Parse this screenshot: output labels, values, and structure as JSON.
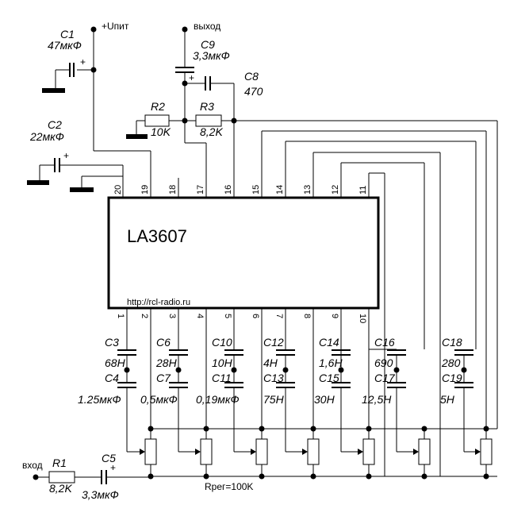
{
  "chip": {
    "name": "LA3607",
    "url": "http://rcl-radio.ru"
  },
  "nodes": {
    "power": "+Uпит",
    "output": "выход",
    "input": "вход"
  },
  "pins_top": [
    "20",
    "19",
    "18",
    "17",
    "16",
    "15",
    "14",
    "13",
    "12",
    "11"
  ],
  "pins_bottom": [
    "1",
    "2",
    "3",
    "4",
    "5",
    "6",
    "7",
    "8",
    "9",
    "10"
  ],
  "capacitors": {
    "C1": {
      "name": "C1",
      "value": "47мкФ"
    },
    "C2": {
      "name": "C2",
      "value": "22мкФ"
    },
    "C9": {
      "name": "C9",
      "value": "3,3мкФ"
    },
    "C8": {
      "name": "C8",
      "value": "470"
    },
    "C5": {
      "name": "C5",
      "value": "3,3мкФ"
    }
  },
  "resistors": {
    "R1": {
      "name": "R1",
      "value": "8,2K"
    },
    "R2": {
      "name": "R2",
      "value": "10K"
    },
    "R3": {
      "name": "R3",
      "value": "8,2K"
    }
  },
  "eq_caps": [
    {
      "top_name": "C3",
      "top_value": "68Н",
      "bot_name": "C4",
      "bot_value": "1.25мкФ"
    },
    {
      "top_name": "C6",
      "top_value": "28Н",
      "bot_name": "C7",
      "bot_value": "0,5мкФ"
    },
    {
      "top_name": "C10",
      "top_value": "10Н",
      "bot_name": "C11",
      "bot_value": "0,19мкФ"
    },
    {
      "top_name": "C12",
      "top_value": "4Н",
      "bot_name": "C13",
      "bot_value": "75Н"
    },
    {
      "top_name": "C14",
      "top_value": "1,6Н",
      "bot_name": "C15",
      "bot_value": "30Н"
    },
    {
      "top_name": "C16",
      "top_value": "690",
      "bot_name": "C17",
      "bot_value": "12,5Н"
    },
    {
      "top_name": "C18",
      "top_value": "280",
      "bot_name": "C19",
      "bot_value": "5Н"
    }
  ],
  "pot_note": "Rрег=100K",
  "plus_sign": "+"
}
